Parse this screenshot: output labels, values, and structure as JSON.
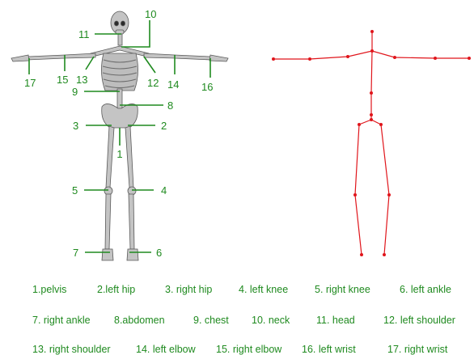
{
  "callouts": [
    {
      "id": "1",
      "label": "1"
    },
    {
      "id": "2",
      "label": "2"
    },
    {
      "id": "3",
      "label": "3"
    },
    {
      "id": "4",
      "label": "4"
    },
    {
      "id": "5",
      "label": "5"
    },
    {
      "id": "6",
      "label": "6"
    },
    {
      "id": "7",
      "label": "7"
    },
    {
      "id": "8",
      "label": "8"
    },
    {
      "id": "9",
      "label": "9"
    },
    {
      "id": "10",
      "label": "10"
    },
    {
      "id": "11",
      "label": "11"
    },
    {
      "id": "12",
      "label": "12"
    },
    {
      "id": "13",
      "label": "13"
    },
    {
      "id": "14",
      "label": "14"
    },
    {
      "id": "15",
      "label": "15"
    },
    {
      "id": "16",
      "label": "16"
    },
    {
      "id": "17",
      "label": "17"
    }
  ],
  "legend": [
    "1.pelvis",
    "2.left hip",
    "3. right hip",
    "4. left knee",
    "5. right knee",
    "6. left ankle",
    "7. right ankle",
    "8.abdomen",
    "9. chest",
    "10. neck",
    "11. head",
    "12. left shoulder",
    "13. right shoulder",
    "14. left elbow",
    "15. right elbow",
    "16. left wrist",
    "17. right wrist"
  ],
  "colors": {
    "callout": "#1f8a1f",
    "stick_figure": "#e0151b",
    "bone": "#b9b9b9"
  }
}
